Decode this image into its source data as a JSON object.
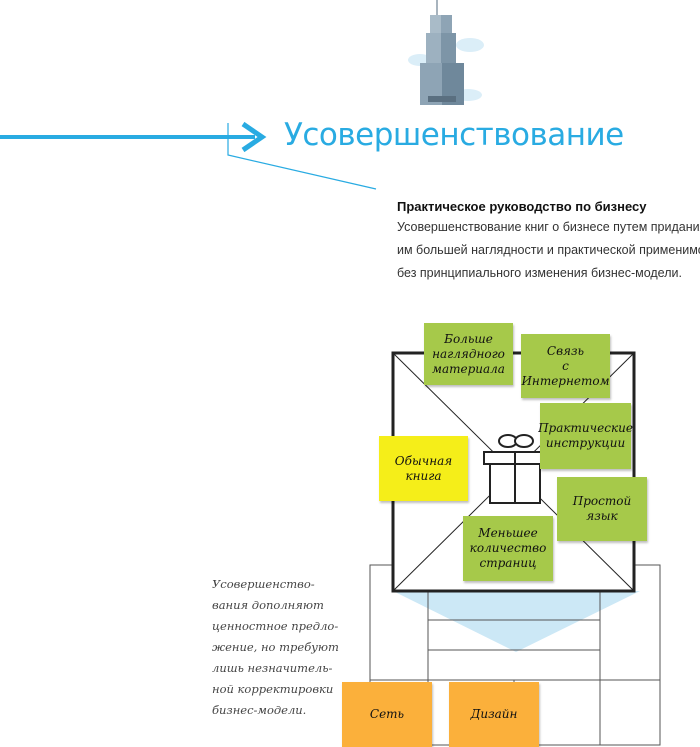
{
  "title": "Усовершенствование",
  "description": {
    "heading": "Практическое руководство по бизнесу",
    "lines": [
      "Усовершенствование книг о бизнесе путем придания",
      "им большей наглядности и практической применимости",
      "без принципиального изменения бизнес-модели."
    ]
  },
  "notes": {
    "more_visuals": [
      "Больше",
      "наглядного",
      "материала"
    ],
    "internet": [
      "Связь",
      "с",
      "Интернетом"
    ],
    "practical": [
      "Практические",
      "инструкции"
    ],
    "ordinary_book": [
      "Обычная",
      "книга"
    ],
    "simple_language": [
      "Простой",
      "язык"
    ],
    "fewer_pages": [
      "Меньшее",
      "количество",
      "страниц"
    ],
    "network": "Сеть",
    "design": "Дизайн"
  },
  "side_note": [
    "Усовершенство-",
    "вания дополняют",
    "ценностное предло-",
    "жение, но требуют",
    "лишь незначитель-",
    "ной корректировки",
    "бизнес-модели."
  ],
  "colors": {
    "accent": "#29abe2",
    "note_green": "#a6c94a",
    "note_yellow": "#f5ee19",
    "note_orange": "#fbb03b",
    "triangle": "#cce8f6"
  },
  "icons": [
    "building-icon",
    "gift-icon",
    "arrow-right-icon"
  ]
}
